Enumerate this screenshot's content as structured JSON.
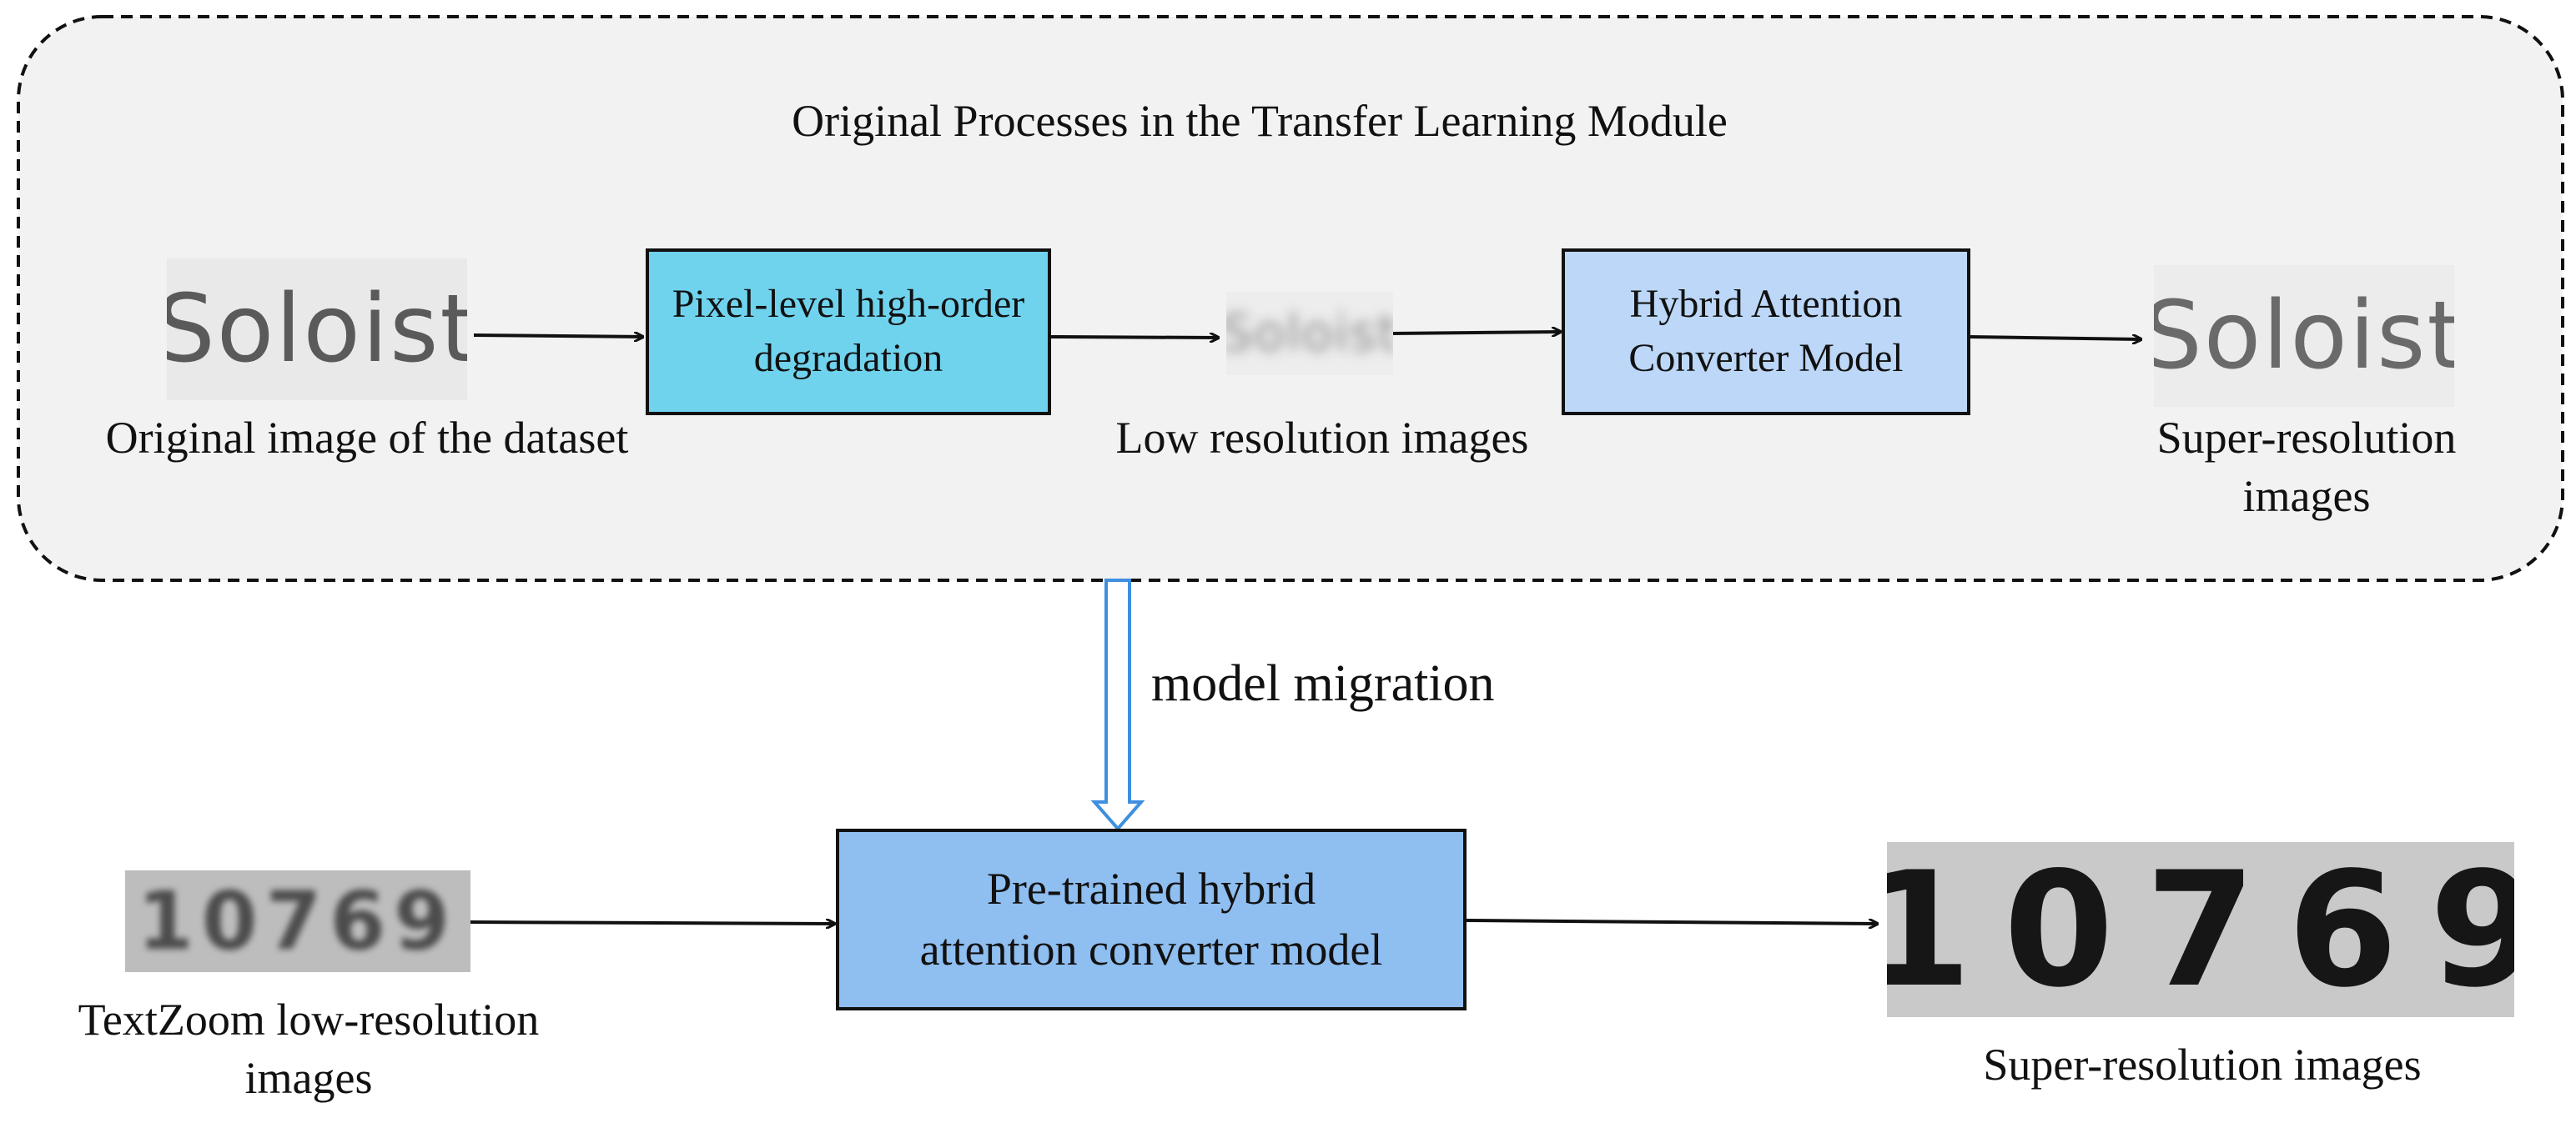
{
  "module": {
    "title": "Original Processes in the Transfer Learning Module",
    "original_image_label": "Original image of the dataset",
    "sample_word": "Soloist",
    "degradation_box": "Pixel-level high-order degradation",
    "low_res_label": "Low resolution images",
    "hybrid_box_line1": "Hybrid Attention",
    "hybrid_box_line2": "Converter Model",
    "sr_label_line1": "Super-resolution",
    "sr_label_line2": "images"
  },
  "migration": {
    "label": "model migration"
  },
  "bottom": {
    "textzoom_label_line1": "TextZoom low-resolution",
    "textzoom_label_line2": "images",
    "sample_digits": "10769",
    "pretrained_box_line1": "Pre-trained hybrid",
    "pretrained_box_line2": "attention converter model",
    "sr_label": "Super-resolution images"
  },
  "colors": {
    "module_bg": "#f2f2f2",
    "degradation_fill": "#6fd3ee",
    "hybrid_fill": "#bcd7f7",
    "pretrained_fill": "#8fbef0",
    "migration_arrow": "#3f8fdf"
  }
}
